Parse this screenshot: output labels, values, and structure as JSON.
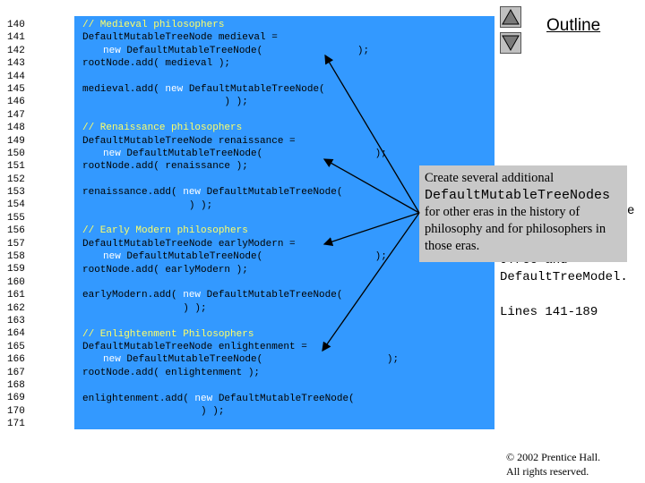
{
  "line_numbers": [
    "140",
    "141",
    "142",
    "143",
    "144",
    "145",
    "146",
    "147",
    "148",
    "149",
    "150",
    "151",
    "152",
    "153",
    "154",
    "155",
    "156",
    "157",
    "158",
    "159",
    "160",
    "161",
    "162",
    "163",
    "164",
    "165",
    "166",
    "167",
    "168",
    "169",
    "170",
    "171"
  ],
  "code": {
    "l140": "// Medieval philosophers",
    "l141": "DefaultMutableTreeNode medieval =",
    "l142_kw": "new",
    "l142_rest": " DefaultMutableTreeNode(                );",
    "l143": "rootNode.add( medieval );",
    "l145_a": "medieval.add( ",
    "l145_kw": "new",
    "l145_b": " DefaultMutableTreeNode(",
    "l146": "                        ) );",
    "l148": "// Renaissance philosophers",
    "l149": "DefaultMutableTreeNode renaissance =",
    "l150_kw": "new",
    "l150_rest": " DefaultMutableTreeNode(                   );",
    "l151": "rootNode.add( renaissance );",
    "l153_a": "renaissance.add( ",
    "l153_kw": "new",
    "l153_b": " DefaultMutableTreeNode(",
    "l154": "                  ) );",
    "l156": "// Early Modern philosophers",
    "l157": "DefaultMutableTreeNode earlyModern =",
    "l158_kw": "new",
    "l158_rest": " DefaultMutableTreeNode(                   );",
    "l159": "rootNode.add( earlyModern );",
    "l161_a": "earlyModern.add( ",
    "l161_kw": "new",
    "l161_b": " DefaultMutableTreeNode(",
    "l162": "                 ) );",
    "l164": "// Enlightenment Philosophers",
    "l165": "DefaultMutableTreeNode enlightenment =",
    "l166_kw": "new",
    "l166_rest": " DefaultMutableTreeNode(                     );",
    "l167": "rootNode.add( enlightenment );",
    "l169_a": "enlightenment.add( ",
    "l169_kw": "new",
    "l169_b": " DefaultMutableTreeNode(",
    "l170": "                    ) );"
  },
  "nav": {
    "up_icon": "triangle-up-icon",
    "down_icon": "triangle-down-icon"
  },
  "outline_label": "Outline",
  "side_text": {
    "partial_e": "e",
    "line1": "JTree and",
    "line2": "DefaultTreeModel.",
    "lines_ref": "Lines 141-189"
  },
  "callout": {
    "text1": "Create several additional",
    "mono": "DefaultMutableTreeNodes",
    "text2": "for other eras in the history of philosophy and for philosophers in those eras."
  },
  "copyright": {
    "line1": "© 2002 Prentice Hall.",
    "line2": "All rights reserved."
  },
  "colors": {
    "code_bg": "#3399ff",
    "comment": "#ffff66",
    "keyword": "#ffffff",
    "callout_bg": "#c8c8c8"
  }
}
